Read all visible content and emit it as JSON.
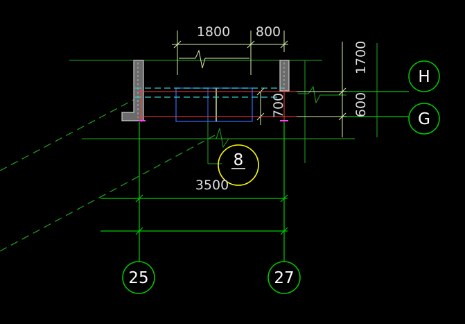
{
  "dimensions": {
    "top_left": "1800",
    "top_right": "800",
    "right_upper": "1700",
    "right_lower": "600",
    "inner": "700",
    "bottom": "3500"
  },
  "grid_tags": {
    "h": "H",
    "g": "G",
    "col_25": "25",
    "col_27": "27"
  },
  "detail_callout": "8",
  "colors": {
    "background": "#000000",
    "grid_line": "#00cc00",
    "dimension": "#d6f3a8",
    "wall": "#cfcfcf",
    "beam": "#2f6fff",
    "red_line": "#ff3b3b",
    "cyan_dash": "#33cccc",
    "callout": "#ffff00",
    "magenta": "#ff40ff"
  }
}
